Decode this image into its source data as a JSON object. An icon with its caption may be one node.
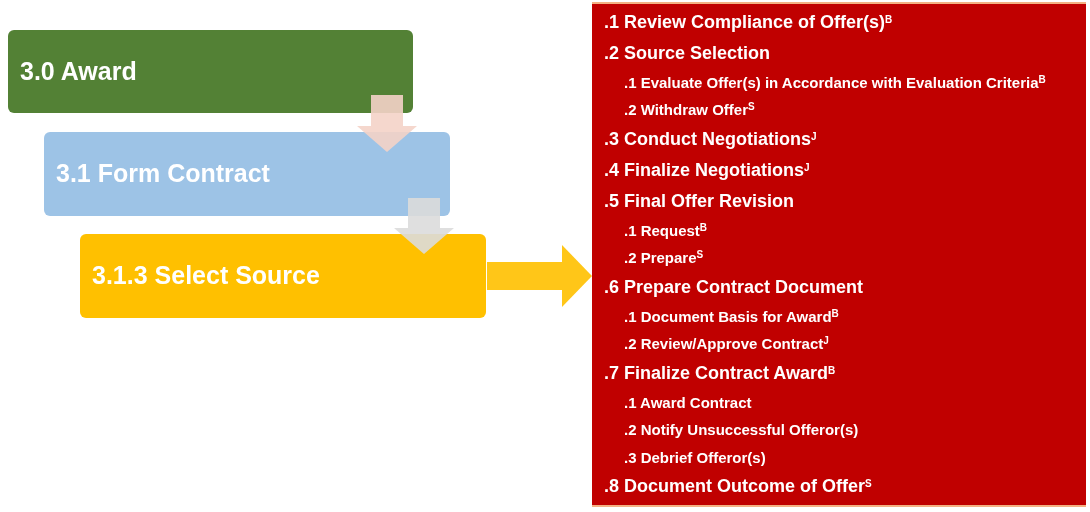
{
  "diagram": {
    "nodes": [
      {
        "text": [
          "3.0 Award"
        ]
      },
      {
        "text": [
          "3.1 Form Contract"
        ]
      },
      {
        "text": [
          "3.1.3 Select Source"
        ]
      },
      {
        "text": [
          ".1 Review Compliance of Offer(s)$^{B}$",
          ".2 Source Selection",
          ".1 Evaluate Offer(s) in Accordance with Evaluation Criteria$^{B}$",
          ".2 Withdraw Offer$^{S}$",
          ".3 Conduct Negotiations$^{J}$",
          ".4 Finalize Negotiations$^{J}$",
          ".5 Final Offer Revision",
          ".1 Request$^{B}$",
          ".2 Prepare$^{S}$",
          ".6 Prepare Contract Document",
          ".1 Document Basis for Award$^{B}$",
          ".2 Review/Approve Contract$^{J}$",
          ".7 Finalize Contract Award$^{B}$",
          ".1 Award Contract",
          ".2 Notify Unsuccessful Offeror(s)",
          ".3 Debrief Offeror(s)",
          ".8 Document Outcome of Offer$^{S}$"
        ]
      }
    ],
    "edges": [
      {
        "from": 0,
        "to": 1,
        "arrow": "to",
        "color": "#f4d3c8"
      },
      {
        "from": 1,
        "to": 2,
        "arrow": "to",
        "color": "#dcdcdc"
      },
      {
        "from": 2,
        "to": 3,
        "arrow": "to",
        "color": "#ffc000"
      }
    ]
  }
}
